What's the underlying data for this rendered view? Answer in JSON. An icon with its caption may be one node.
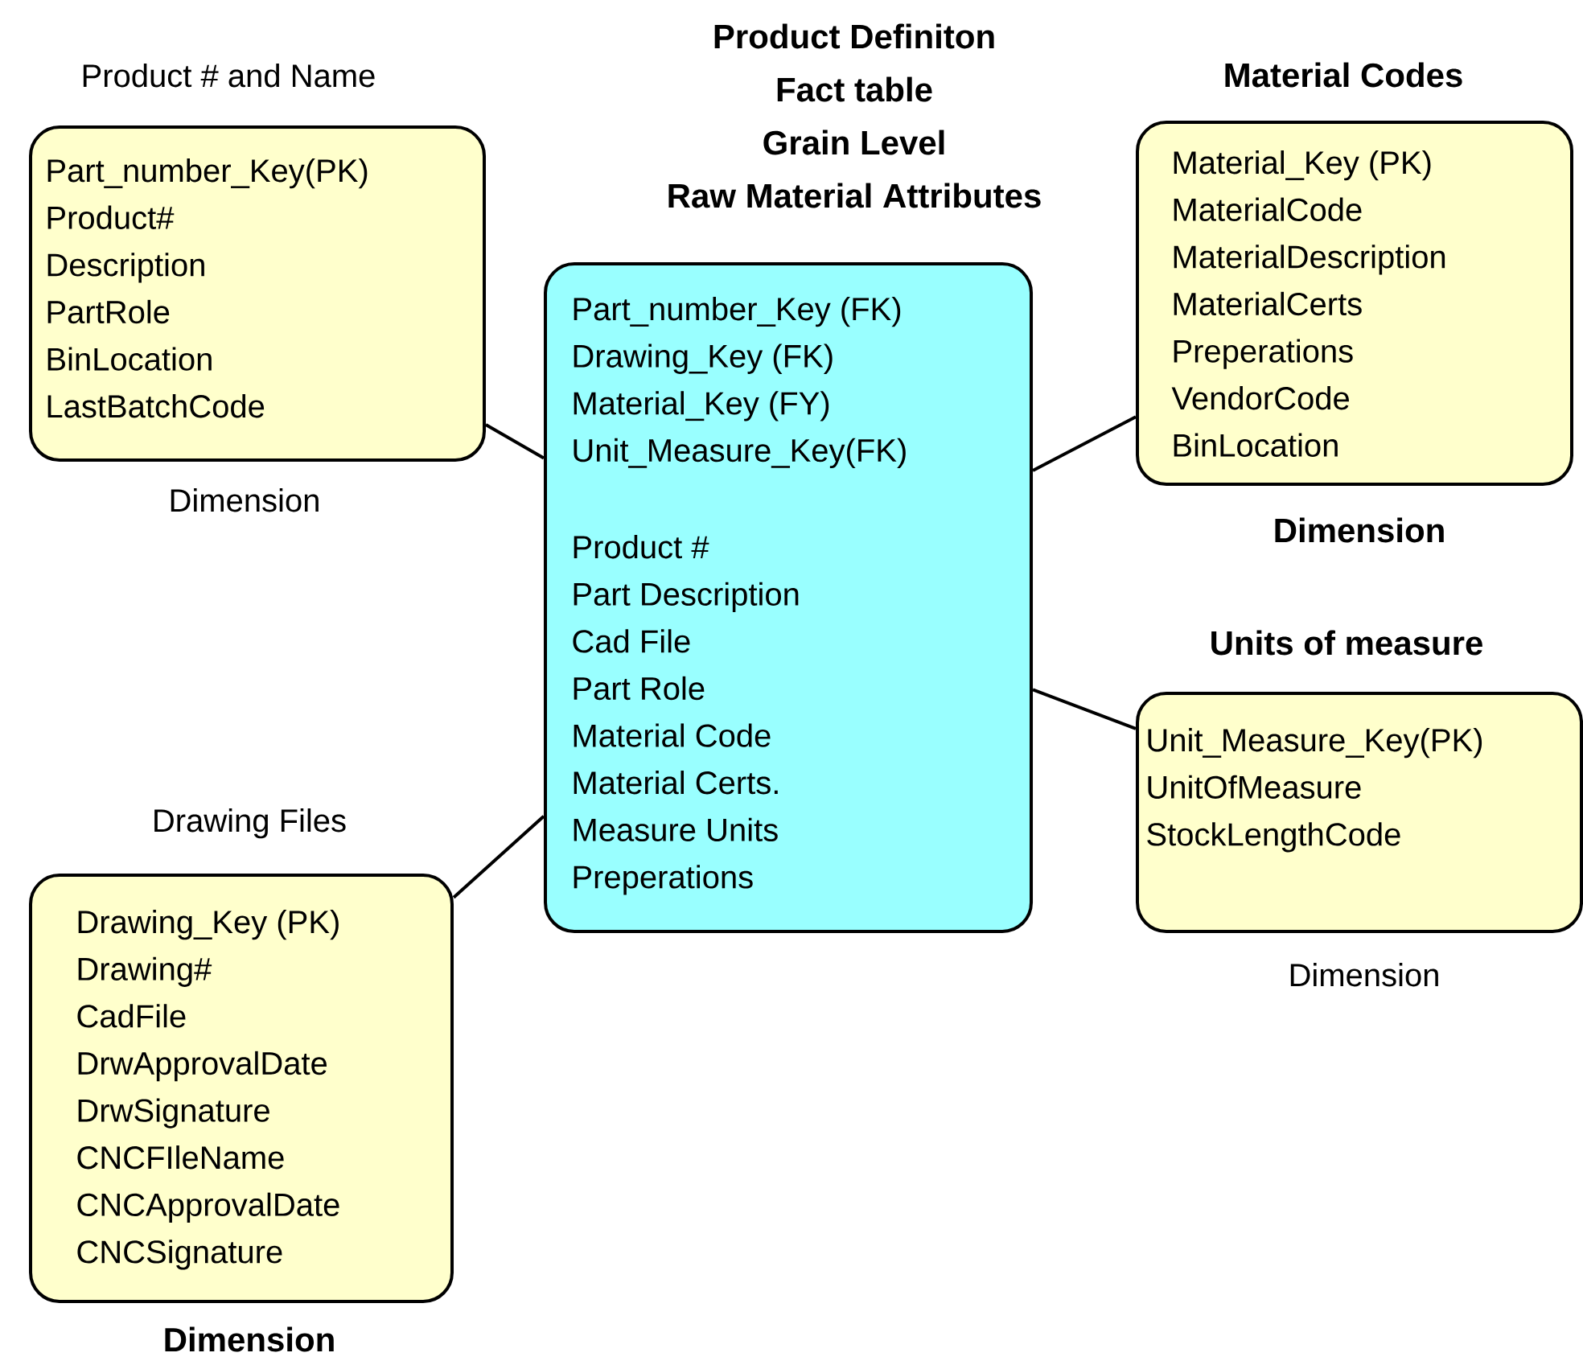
{
  "diagram": {
    "nodes": [
      {
        "text": [
          "Product # and Name",
          "Part_number_Key(PK)",
          "Product#",
          "Description",
          "PartRole",
          "BinLocation",
          "LastBatchCode"
        ],
        "beside": [
          "Dimension"
        ]
      },
      {
        "text": [
          "Product Definiton",
          "Fact table",
          "Grain Level",
          "Raw Material Attributes",
          "Part_number_Key (FK)",
          "Drawing_Key (FK)",
          "Material_Key (FY)",
          "Unit_Measure_Key(FK)",
          "Product #",
          "Part Description",
          "Cad File",
          "Part Role",
          "Material Code",
          "Material Certs.",
          "Measure Units",
          "Preperations"
        ]
      },
      {
        "text": [
          "Material Codes",
          "Material_Key (PK)",
          "MaterialCode",
          "MaterialDescription",
          "MaterialCerts",
          "Preperations",
          "VendorCode",
          "BinLocation"
        ],
        "beside": [
          "Dimension"
        ]
      },
      {
        "text": [
          "Units of measure",
          "Unit_Measure_Key(PK)",
          "UnitOfMeasure",
          "StockLengthCode"
        ],
        "beside": [
          "Dimension"
        ]
      },
      {
        "text": [
          "Drawing Files",
          "Drawing_Key (PK)",
          "Drawing#",
          "CadFile",
          "DrwApprovalDate",
          "DrwSignature",
          "CNCFIleName",
          "CNCApprovalDate",
          "CNCSignature"
        ],
        "beside": [
          "Dimension"
        ]
      }
    ],
    "edges": [
      {
        "from": 0,
        "to": 1,
        "arrow": "none"
      },
      {
        "from": 1,
        "to": 2,
        "arrow": "none"
      },
      {
        "from": 1,
        "to": 3,
        "arrow": "none"
      },
      {
        "from": 4,
        "to": 1,
        "arrow": "none"
      }
    ]
  }
}
